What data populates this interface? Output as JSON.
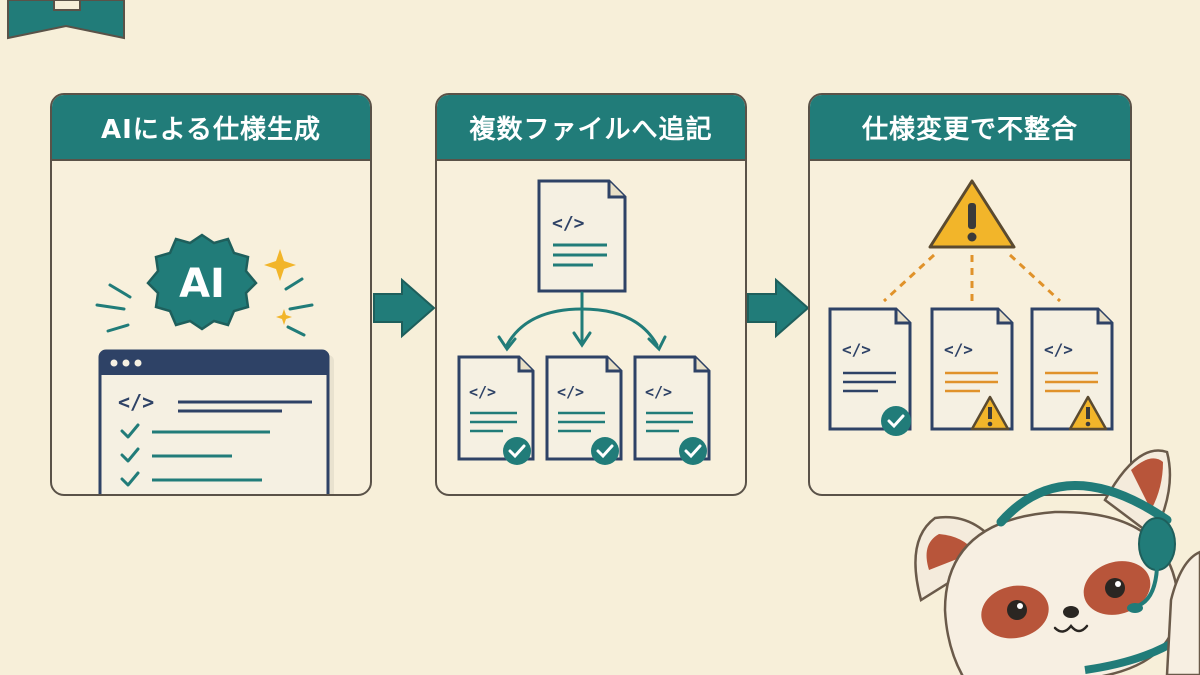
{
  "colors": {
    "background": "#f7efd9",
    "teal": "#217c79",
    "navy": "#2e4266",
    "warning": "#f2b52a",
    "outline": "#5a5248"
  },
  "panels": [
    {
      "title": "AIによる仕様生成",
      "badge_text": "AI",
      "code_tag": "</>",
      "icons": [
        "sparkle-icon",
        "browser-window-icon",
        "check-icon"
      ]
    },
    {
      "title": "複数ファイルへ追記",
      "code_tag": "</>",
      "icons": [
        "file-icon",
        "check-circle-icon"
      ]
    },
    {
      "title": "仕様変更で不整合",
      "code_tag": "</>",
      "icons": [
        "warning-icon",
        "file-icon",
        "check-circle-icon"
      ]
    }
  ],
  "icons": [
    "ribbon-icon",
    "arrow-right-icon",
    "raccoon-mascot-icon",
    "headset-icon"
  ]
}
